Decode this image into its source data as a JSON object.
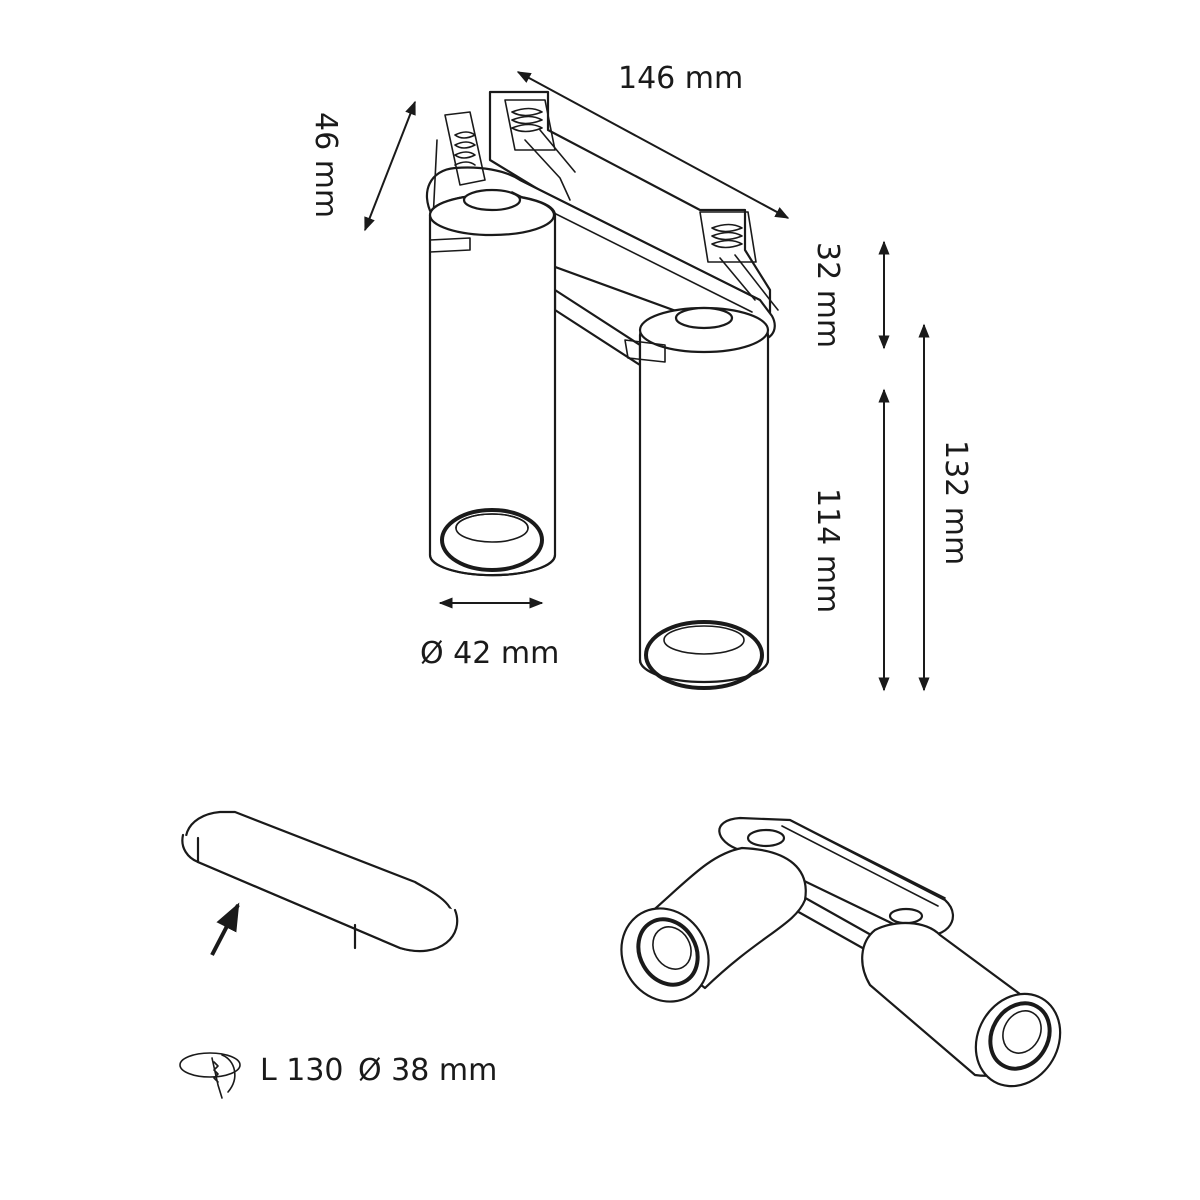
{
  "dimensions": {
    "length": "146 mm",
    "depth": "46 mm",
    "top_height": "32 mm",
    "body_height": "114 mm",
    "total_height": "132 mm",
    "diameter": "Ø 42 mm"
  },
  "cutout": {
    "length_label": "L 130",
    "diameter_label": "Ø 38 mm"
  },
  "colors": {
    "line": "#1a1a1a",
    "background": "#ffffff"
  }
}
